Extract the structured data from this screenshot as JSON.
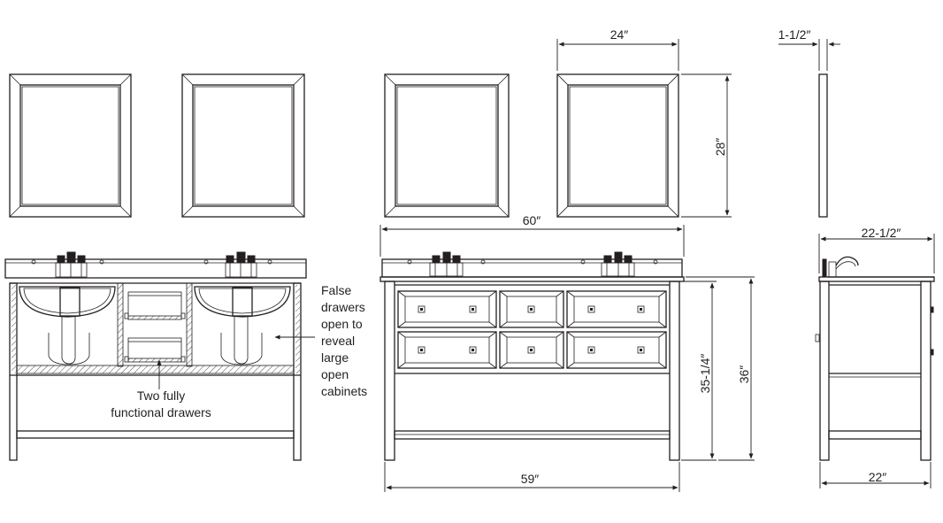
{
  "dimensions": {
    "mirror_width": "24″",
    "mirror_depth": "1-1/2″",
    "mirror_height": "28″",
    "top_width": "60″",
    "top_depth": "22-1/2″",
    "cabinet_height": "35-1/4″",
    "overall_height": "36″",
    "base_width": "59″",
    "base_depth": "22″"
  },
  "notes": {
    "drawers": [
      "Two fully",
      "functional drawers"
    ],
    "false_drawers": [
      "False",
      "drawers",
      "open to",
      "reveal",
      "large",
      "open",
      "cabinets"
    ]
  }
}
